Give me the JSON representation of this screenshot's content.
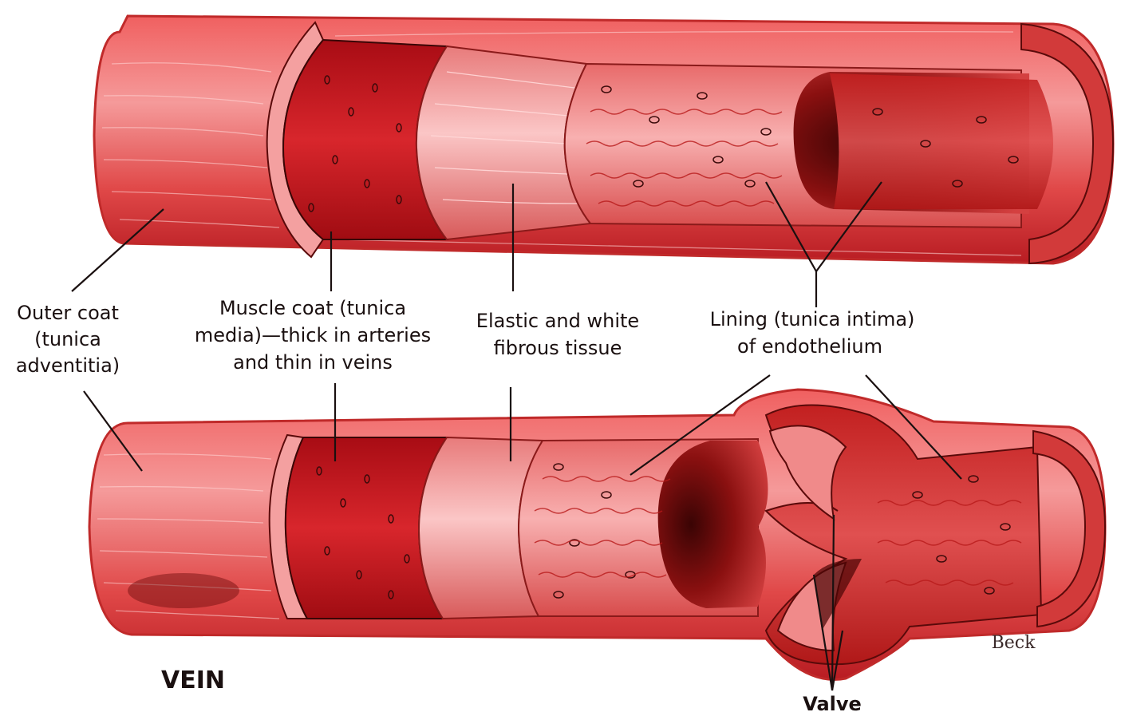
{
  "labels": {
    "outer_coat": [
      "Outer coat",
      "(tunica",
      "adventitia)"
    ],
    "muscle_coat": [
      "Muscle coat (tunica",
      "media)—thick in arteries",
      "and thin in veins"
    ],
    "elastic": [
      "Elastic and white",
      "fibrous tissue"
    ],
    "lining": [
      "Lining (tunica intima)",
      "of endothelium"
    ],
    "vein": "VEIN",
    "valve": "Valve",
    "signature": "Beck"
  },
  "colors": {
    "outer": "#e23a3a",
    "outer_light": "#f58a8a",
    "muscle": "#c8141c",
    "elastic": "#f3a0a0",
    "lining": "#ef7a7a",
    "lumen_dark": "#6a0a0a",
    "text": "#1a1010"
  }
}
